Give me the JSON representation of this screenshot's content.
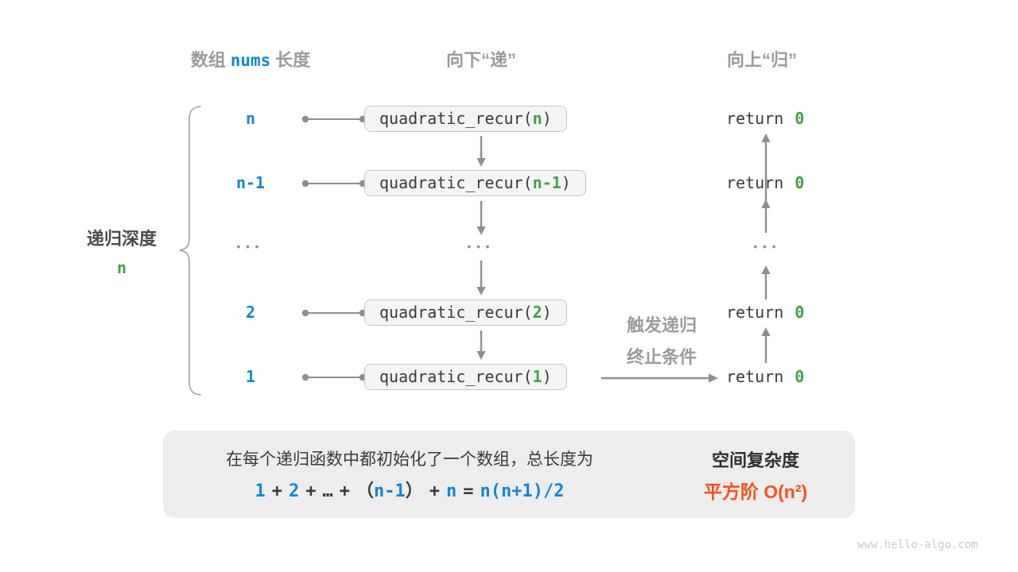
{
  "colors": {
    "accent_blue": "#1287d3",
    "accent_green": "#43a047",
    "accent_orange": "#f4511e",
    "gray_label": "#9b9b9b",
    "dark_text": "#3a3a3a",
    "box_background": "#f4f4f4",
    "box_border": "#c6c6c6",
    "panel_background": "#ededed",
    "arrow_gray": "#8f8f8f"
  },
  "headers": {
    "depth_col_pre": "数组",
    "depth_col_code": "nums",
    "depth_col_post": "长度",
    "down_col": "向下“递”",
    "up_col": "向上“归”"
  },
  "depth_brace": {
    "label": "递归深度",
    "value": "n"
  },
  "ellipsis": "•••",
  "call": {
    "pre": "quadratic_recur(",
    "post": ")"
  },
  "ret": {
    "keyword": "return",
    "value": "0"
  },
  "rows": [
    {
      "depth": "n",
      "arg": "n"
    },
    {
      "depth": "n-1",
      "arg": "n-1"
    },
    {
      "depth": "...",
      "arg": ""
    },
    {
      "depth": "2",
      "arg": "2"
    },
    {
      "depth": "1",
      "arg": "1"
    }
  ],
  "base_case": {
    "line1": "触发递归",
    "line2": "终止条件"
  },
  "summary": {
    "line1": "在每个递归函数中都初始化了一个数组，总长度为",
    "formula": [
      {
        "text": "1"
      },
      {
        "text": "+"
      },
      {
        "text": "2"
      },
      {
        "text": "+"
      },
      {
        "text": "…"
      },
      {
        "text": "+"
      },
      {
        "text": "（"
      },
      {
        "text": "n-1"
      },
      {
        "text": "）"
      },
      {
        "text": "+"
      },
      {
        "text": "n"
      },
      {
        "text": "="
      },
      {
        "text": "n(n+1)/2"
      }
    ],
    "result_title": "空间复杂度",
    "result_value": "平方阶 O(n²)"
  },
  "watermark": "www.hello-algo.com"
}
